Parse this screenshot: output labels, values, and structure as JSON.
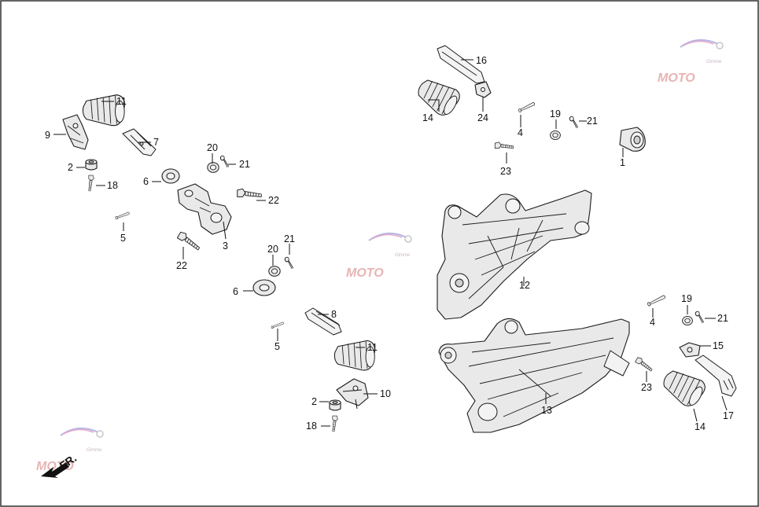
{
  "diagram": {
    "front_indicator": {
      "label": "FR.",
      "arrow_icon": "front-direction-arrow-icon"
    },
    "watermark": {
      "text": "MOTO",
      "subtext": "Gimme",
      "icon": "moto-logo-icon",
      "color": "#e8b4b4"
    },
    "callouts": [
      {
        "id": "c9a",
        "label": "9"
      },
      {
        "id": "c11a",
        "label": "11"
      },
      {
        "id": "c7",
        "label": "7"
      },
      {
        "id": "c2a",
        "label": "2"
      },
      {
        "id": "c18a",
        "label": "18"
      },
      {
        "id": "c20a",
        "label": "20"
      },
      {
        "id": "c21a",
        "label": "21"
      },
      {
        "id": "c6a",
        "label": "6"
      },
      {
        "id": "c22a",
        "label": "22"
      },
      {
        "id": "c5a",
        "label": "5"
      },
      {
        "id": "c3",
        "label": "3"
      },
      {
        "id": "c22b",
        "label": "22"
      },
      {
        "id": "c20b",
        "label": "20"
      },
      {
        "id": "c21b",
        "label": "21"
      },
      {
        "id": "c6b",
        "label": "6"
      },
      {
        "id": "c8",
        "label": "8"
      },
      {
        "id": "c5b",
        "label": "5"
      },
      {
        "id": "c11b",
        "label": "11"
      },
      {
        "id": "c10",
        "label": "10"
      },
      {
        "id": "c2b",
        "label": "2"
      },
      {
        "id": "c18b",
        "label": "18"
      },
      {
        "id": "c16",
        "label": "16"
      },
      {
        "id": "c14a",
        "label": "14"
      },
      {
        "id": "c24",
        "label": "24"
      },
      {
        "id": "c4a",
        "label": "4"
      },
      {
        "id": "c19a",
        "label": "19"
      },
      {
        "id": "c21c",
        "label": "21"
      },
      {
        "id": "c23a",
        "label": "23"
      },
      {
        "id": "c1",
        "label": "1"
      },
      {
        "id": "c12",
        "label": "12"
      },
      {
        "id": "c4b",
        "label": "4"
      },
      {
        "id": "c19b",
        "label": "19"
      },
      {
        "id": "c21d",
        "label": "21"
      },
      {
        "id": "c15",
        "label": "15"
      },
      {
        "id": "c23b",
        "label": "23"
      },
      {
        "id": "c13",
        "label": "13"
      },
      {
        "id": "c14b",
        "label": "14"
      },
      {
        "id": "c17",
        "label": "17"
      }
    ]
  }
}
